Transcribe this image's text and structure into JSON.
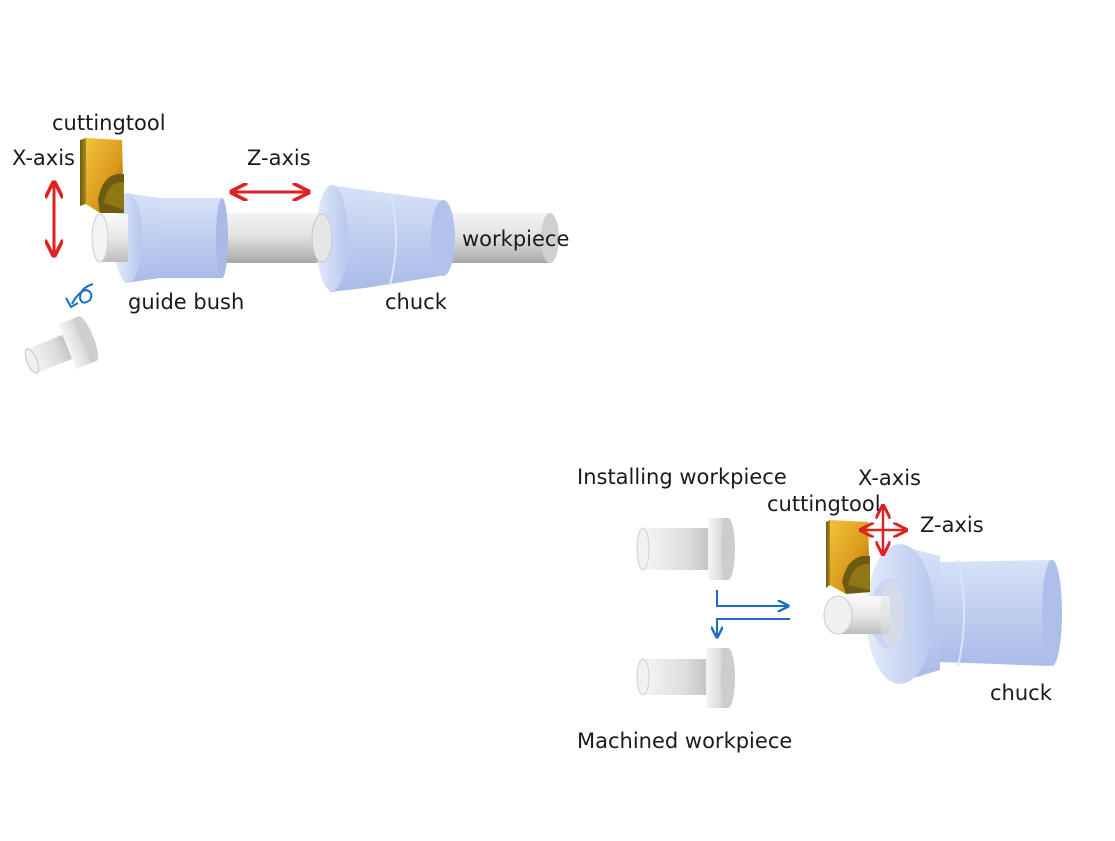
{
  "diagram1": {
    "cutting_tool": "cuttingtool",
    "x_axis": "X-axis",
    "z_axis": "Z-axis",
    "guide_bush": "guide bush",
    "chuck": "chuck",
    "workpiece": "workpiece"
  },
  "diagram2": {
    "installing": "Installing workpiece",
    "machined": "Machined workpiece",
    "x_axis": "X-axis",
    "cutting_tool": "cuttingtool",
    "z_axis": "Z-axis",
    "chuck": "chuck"
  },
  "colors": {
    "axis_arrow": "#dd2222",
    "flow_arrow": "#1a6fc4",
    "chuck_blue": "#c6d4f2",
    "tool_gold": "#e3a81a",
    "workpiece_gray": "#dcdcdc"
  }
}
